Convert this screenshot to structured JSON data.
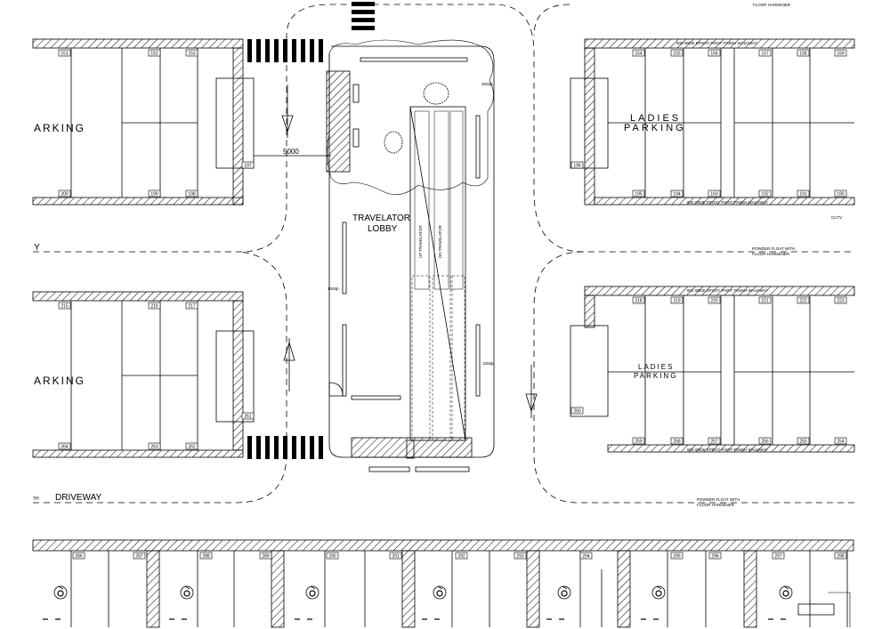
{
  "labels": {
    "parking_ladies": "LADIES",
    "parking_word": "PARKING",
    "parking_left": "ARKING",
    "parking_right_upper": "PARKING",
    "lobby_line1": "TRAVELATOR",
    "lobby_line2": "LOBBY",
    "dimension": "5000",
    "driveway": "DRIVEWAY",
    "driveway_prefix": "TH",
    "y_fragment": "Y",
    "cctv": "CCTV",
    "floor_hardener": "FLOOR HARDENER",
    "powder_float": "POWDER FLOAT WITH",
    "walkway_note": "600 WIDE EPOXY PAINT FINISH WALKWAY",
    "tag_100a": "100dp",
    "tag_100b": "100dp",
    "tag_300": "300dp",
    "trav_up": "UP TRAVELATOR",
    "trav_down": "DN TRAVELATOR"
  },
  "bay_numbers": {
    "top_left": [
      "151",
      "152",
      "153",
      "197",
      "200",
      "199",
      "198"
    ],
    "mid_left": [
      "215",
      "216",
      "217",
      "261",
      "264",
      "263",
      "262"
    ],
    "top_right": [
      "154",
      "155",
      "156",
      "157",
      "158",
      "159",
      "196",
      "195",
      "194",
      "193",
      "192",
      "191",
      "190"
    ],
    "mid_right": [
      "218",
      "219",
      "220",
      "221",
      "222",
      "223",
      "260",
      "259",
      "258",
      "257",
      "256",
      "255",
      "254"
    ],
    "bottom": [
      "286",
      "287",
      "288",
      "289",
      "290",
      "291",
      "292",
      "293",
      "294",
      "295",
      "296",
      "297",
      "298"
    ]
  },
  "colors": {
    "line": "#000000",
    "background": "#ffffff"
  }
}
